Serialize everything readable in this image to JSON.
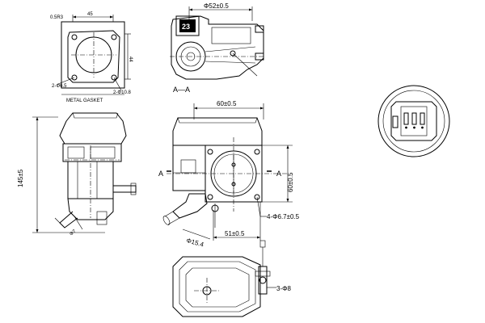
{
  "gasket_view": {
    "dim_width": "45",
    "dim_height": "44",
    "dim_corner": "0.5R3",
    "dim_hole_left": "2-Φ6.5",
    "dim_hole_right": "2-Φ10.8",
    "label": "METAL GASKET"
  },
  "section_view": {
    "dim_diameter": "Φ52±0.5",
    "connector_text": "23",
    "label": "A—A"
  },
  "side_view": {
    "dim_height": "145±5",
    "dim_diameter": "Φ7"
  },
  "front_view": {
    "dim_top": "60±0.5",
    "dim_right": "60±0.5",
    "dim_bottom": "51±0.5",
    "dim_holes": "4-Φ6.7±0.5",
    "dim_pipe": "Φ15.4",
    "section_mark_left": "A",
    "section_mark_right": "A"
  },
  "bottom_view": {
    "dim_holes": "3-Φ8"
  }
}
